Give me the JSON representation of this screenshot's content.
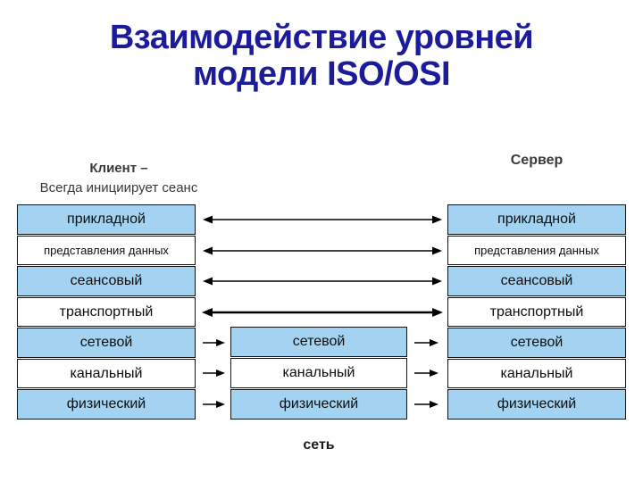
{
  "title": {
    "lines": [
      "Взаимодействие уровней",
      "модели ISO/OSI"
    ]
  },
  "labels": {
    "client_line1": "Клиент –",
    "client_line2": "Всегда инициирует сеанс",
    "server": "Сервер",
    "network": "сеть"
  },
  "layers": {
    "client": [
      "прикладной",
      "представления данных",
      "сеансовый",
      "транспортный",
      "сетевой",
      "канальный",
      "физический"
    ],
    "network_node": [
      "сетевой",
      "канальный",
      "физический"
    ],
    "server": [
      "прикладной",
      "представления данных",
      "сеансовый",
      "транспортный",
      "сетевой",
      "канальный",
      "физический"
    ]
  },
  "arrows": {
    "peer_bidirectional_layers": [
      "прикладной",
      "представления данных",
      "сеансовый",
      "транспортный"
    ],
    "forward_chain_layers": [
      "сетевой",
      "канальный",
      "физический"
    ]
  },
  "colors": {
    "title_text": "#1c1c9a",
    "layer_fill_blue": "#a3d3f1",
    "layer_fill_white": "#ffffff",
    "label_gray": "#3a3a3a",
    "arrow_black": "#000000"
  }
}
